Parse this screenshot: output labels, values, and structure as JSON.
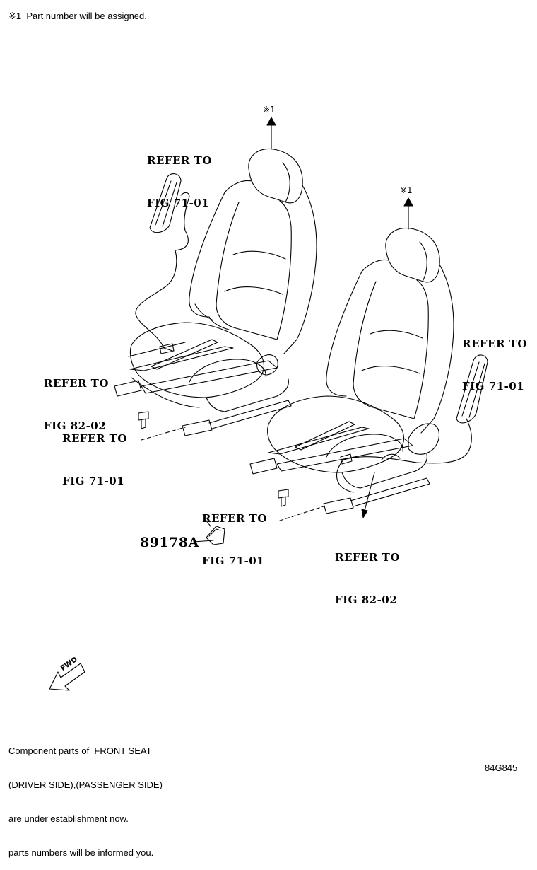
{
  "header_note": "※1  Part number will be assigned.",
  "callouts": {
    "mark_driver": "※1",
    "mark_passenger": "※1",
    "refer_airbag_driver": [
      "REFER TO",
      "FIG 71-01"
    ],
    "refer_seat_driver": [
      "REFER TO",
      "FIG 82-02"
    ],
    "refer_bolt_driver": [
      "REFER TO",
      "FIG 71-01"
    ],
    "refer_airbag_passenger": [
      "REFER TO",
      "FIG 71-01"
    ],
    "refer_bolt_passenger": [
      "REFER TO",
      "FIG 71-01"
    ],
    "refer_seat_passenger": [
      "REFER TO",
      "FIG 82-02"
    ],
    "part_number": "89178A"
  },
  "fwd_label": "FWD",
  "footer_note": [
    "Component parts of  FRONT SEAT",
    "(DRIVER SIDE),(PASSENGER SIDE)",
    "are under establishment now.",
    "parts numbers will be informed you."
  ],
  "drawing_code": "84G845"
}
